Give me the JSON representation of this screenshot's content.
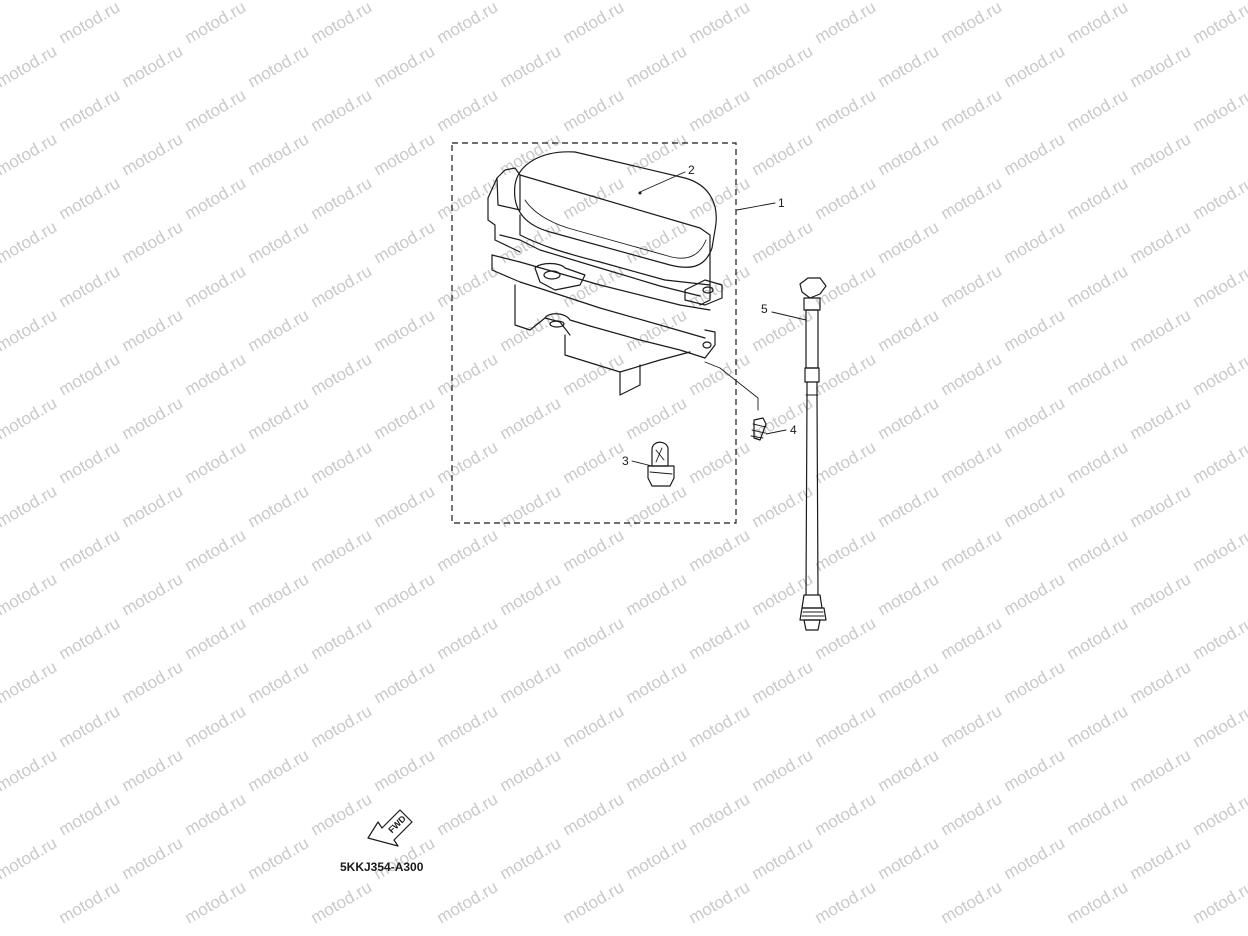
{
  "watermark": "motod.ru",
  "callouts": [
    {
      "id": "1",
      "label": "1"
    },
    {
      "id": "2",
      "label": "2"
    },
    {
      "id": "3",
      "label": "3"
    },
    {
      "id": "4",
      "label": "4"
    },
    {
      "id": "5",
      "label": "5"
    }
  ],
  "fwd_label": "FWD",
  "diagram_code": "5KKJ354-A300",
  "colors": {
    "ink": "#1a1a1a",
    "watermark": "#c9c9c9",
    "background": "#ffffff"
  }
}
